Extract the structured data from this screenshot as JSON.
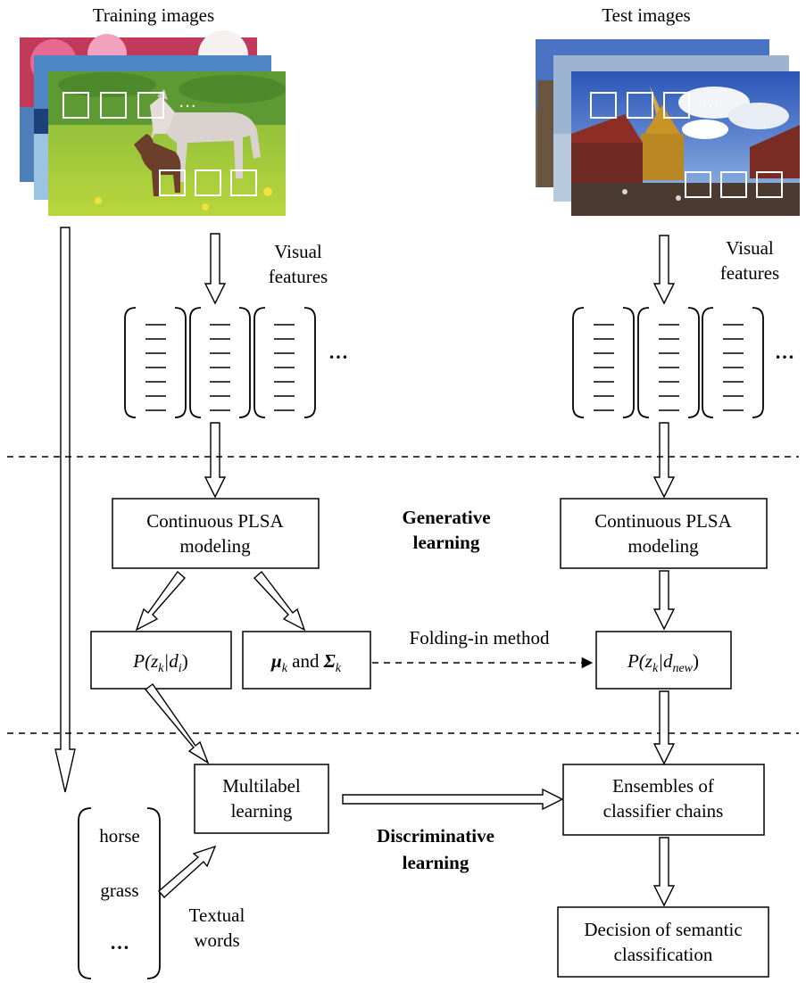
{
  "headers": {
    "training": "Training images",
    "test": "Test images"
  },
  "features": {
    "left_line1": "Visual",
    "left_line2": "features",
    "right_line1": "Visual",
    "right_line2": "features",
    "ellipsis": "…"
  },
  "generative": {
    "line1": "Generative",
    "line2": "learning"
  },
  "discriminative": {
    "line1": "Discriminative",
    "line2": "learning"
  },
  "plsa_left": {
    "line1": "Continuous PLSA",
    "line2": "modeling"
  },
  "plsa_right": {
    "line1": "Continuous PLSA",
    "line2": "modeling"
  },
  "folding": "Folding-in method",
  "multilabel": {
    "line1": "Multilabel",
    "line2": "learning"
  },
  "ensembles": {
    "line1": "Ensembles of",
    "line2": "classifier chains"
  },
  "decision": {
    "line1": "Decision of semantic",
    "line2": "classification"
  },
  "words": {
    "items": [
      "horse",
      "grass",
      "…"
    ],
    "label_line1": "Textual",
    "label_line2": "words"
  },
  "images": {
    "patch_ellipsis": "…"
  }
}
